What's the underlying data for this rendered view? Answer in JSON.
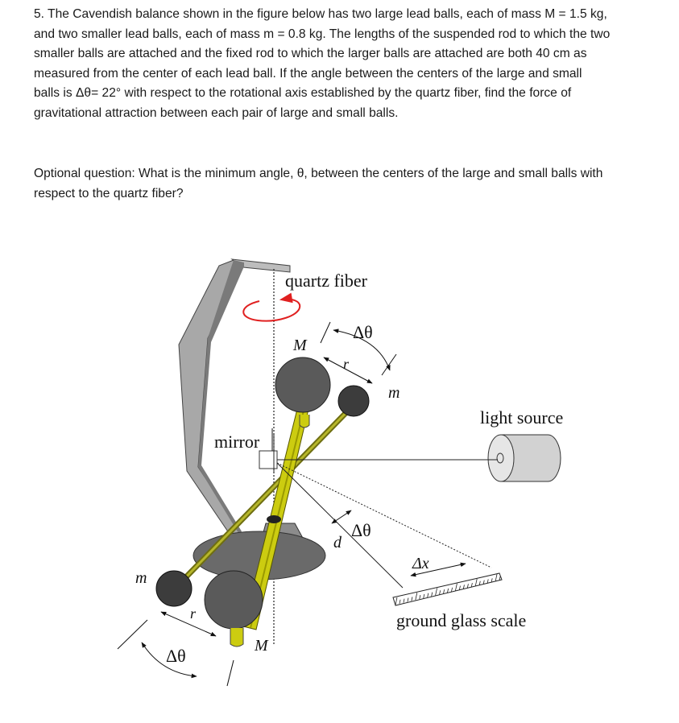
{
  "problem": {
    "number": "5.",
    "text": "The Cavendish balance shown in the figure below has two large lead balls, each of mass M = 1.5 kg, and two smaller lead balls, each of mass m = 0.8 kg. The lengths of the suspended rod to which the two smaller balls are attached and the fixed rod to which the larger balls are attached are both 40 cm as measured from the center of each lead ball. If the angle between the centers of the large and small balls is Δθ = 22° with respect to the rotational axis established by the quartz fiber, find the force of gravitational attraction between each pair of large and small balls.",
    "lines": [
      "5. The Cavendish balance shown in the figure below has two large lead balls, each of mass M = 1.5 kg,",
      "and two smaller lead balls, each of mass m = 0.8 kg. The lengths of the suspended rod to which the two",
      "smaller balls are attached and the fixed rod to which the larger balls are attached are both 40 cm as",
      "measured from the center of each lead ball. If the angle between the centers of the large and small",
      "balls is Δθ= 22° with respect to the rotational axis established by the quartz fiber, find the force of",
      "gravitational attraction between each pair of large and small balls."
    ]
  },
  "optional": {
    "lines": [
      "Optional question: What is the minimum angle, θ, between the centers of the large and small balls with",
      "respect to the quartz fiber?"
    ]
  },
  "figure": {
    "labels": {
      "quartz_fiber": "quartz fiber",
      "mirror": "mirror",
      "light_source": "light source",
      "ground_glass_scale": "ground glass scale",
      "M_top": "M",
      "M_bottom": "M",
      "m_top": "m",
      "m_bottom": "m",
      "r_top": "r",
      "r_bottom": "r",
      "dtheta_top": "Δθ",
      "dtheta_mid": "Δθ",
      "dtheta_bottom": "Δθ",
      "d": "d",
      "dx": "Δx"
    },
    "colors": {
      "ball": "#5a5a5a",
      "ball_dark": "#3c3c3c",
      "frame": "#a8a8a8",
      "frame_dark": "#7a7a7a",
      "rod_yellow": "#cccc00",
      "rod_olive": "#8a8a1a",
      "fiber_arrow": "#e02020",
      "base": "#666666",
      "light_body": "#d2d2d2"
    }
  }
}
